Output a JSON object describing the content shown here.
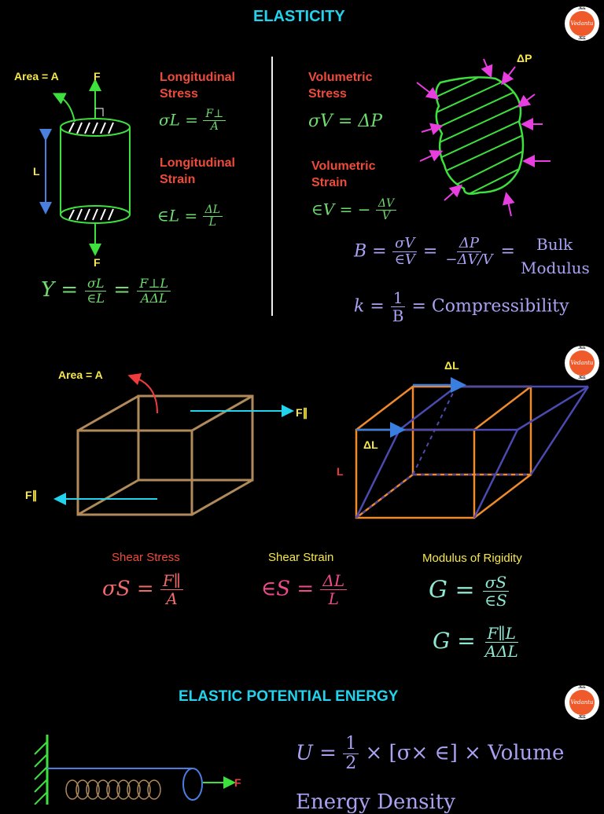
{
  "header": {
    "title": "ELASTICITY",
    "logo_text": "Vedantu",
    "logo_sub": "JEE"
  },
  "longitudinal": {
    "area_label": "Area = A",
    "force_top": "F",
    "force_bottom": "F",
    "length_label": "L",
    "stress_label": "Longitudinal\nStress",
    "stress_formula_lhs": "σL =",
    "stress_num": "F⊥",
    "stress_den": "A",
    "strain_label": "Longitudinal\nStrain",
    "strain_formula_lhs": "∈L =",
    "strain_num": "ΔL",
    "strain_den": "L",
    "young_lhs": "Y =",
    "young_num1": "σL",
    "young_den1": "∈L",
    "young_eq": "=",
    "young_num2": "F⊥L",
    "young_den2": "AΔL"
  },
  "volumetric": {
    "pressure_label": "ΔP",
    "stress_label": "Volumetric\nStress",
    "stress_formula": "σV = ΔP",
    "strain_label": "Volumetric\nStrain",
    "strain_lhs": "∈V = −",
    "strain_num": "ΔV",
    "strain_den": "V",
    "bulk_lhs": "B =",
    "bulk_num1": "σV",
    "bulk_den1": "∈V",
    "bulk_num2": "ΔP",
    "bulk_den2": "−ΔV/V",
    "bulk_word1": "Bulk",
    "bulk_word2": "Modulus",
    "comp_lhs": "k =",
    "comp_num": "1",
    "comp_den": "B",
    "comp_rhs": "= Compressibility"
  },
  "shear": {
    "area_label": "Area = A",
    "force_top": "F∥",
    "force_bottom": "F∥",
    "dl_top": "ΔL",
    "dl_side": "ΔL",
    "l_label": "L",
    "stress_label": "Shear Stress",
    "stress_lhs": "σS =",
    "stress_num": "F∥",
    "stress_den": "A",
    "strain_label": "Shear Strain",
    "strain_lhs": "∈S =",
    "strain_num": "ΔL",
    "strain_den": "L",
    "rigidity_label": "Modulus of Rigidity",
    "g1_lhs": "G =",
    "g1_num": "σS",
    "g1_den": "∈S",
    "g2_lhs": "G =",
    "g2_num": "F∥L",
    "g2_den": "AΔL"
  },
  "energy": {
    "title": "ELASTIC POTENTIAL ENERGY",
    "force_label": "F",
    "u_lhs": "U =",
    "u_num": "1",
    "u_den": "2",
    "u_rhs": "× [σ× ∈] × Volume",
    "density_label": "Energy Density"
  },
  "colors": {
    "title": "#22d3ee",
    "red": "#ef4b3a",
    "yellow": "#f7e84b",
    "green": "#6fdc6f",
    "purple": "#a9a2f3",
    "pink": "#ef4b8a",
    "cube_tan": "#b08a5a",
    "cube_orange": "#f08a2a",
    "cube_blue": "#4a4ab0"
  }
}
